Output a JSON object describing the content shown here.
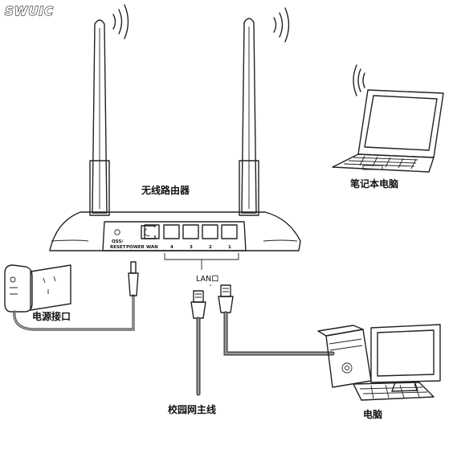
{
  "logo": {
    "text": "SWUIC"
  },
  "router": {
    "label": "无线路由器",
    "back_panel": {
      "reset_label_1": "QSS/",
      "reset_label_2": "RESET",
      "power_label": "POWER",
      "wan_label": "WAN",
      "port_numbers": [
        "4",
        "3",
        "2",
        "1"
      ]
    }
  },
  "lan": {
    "label": "LAN口"
  },
  "laptop": {
    "label": "笔记本电脑"
  },
  "desktop": {
    "label": "电脑"
  },
  "power": {
    "label": "电源接口"
  },
  "campus_line": {
    "label": "校园网主线"
  }
}
